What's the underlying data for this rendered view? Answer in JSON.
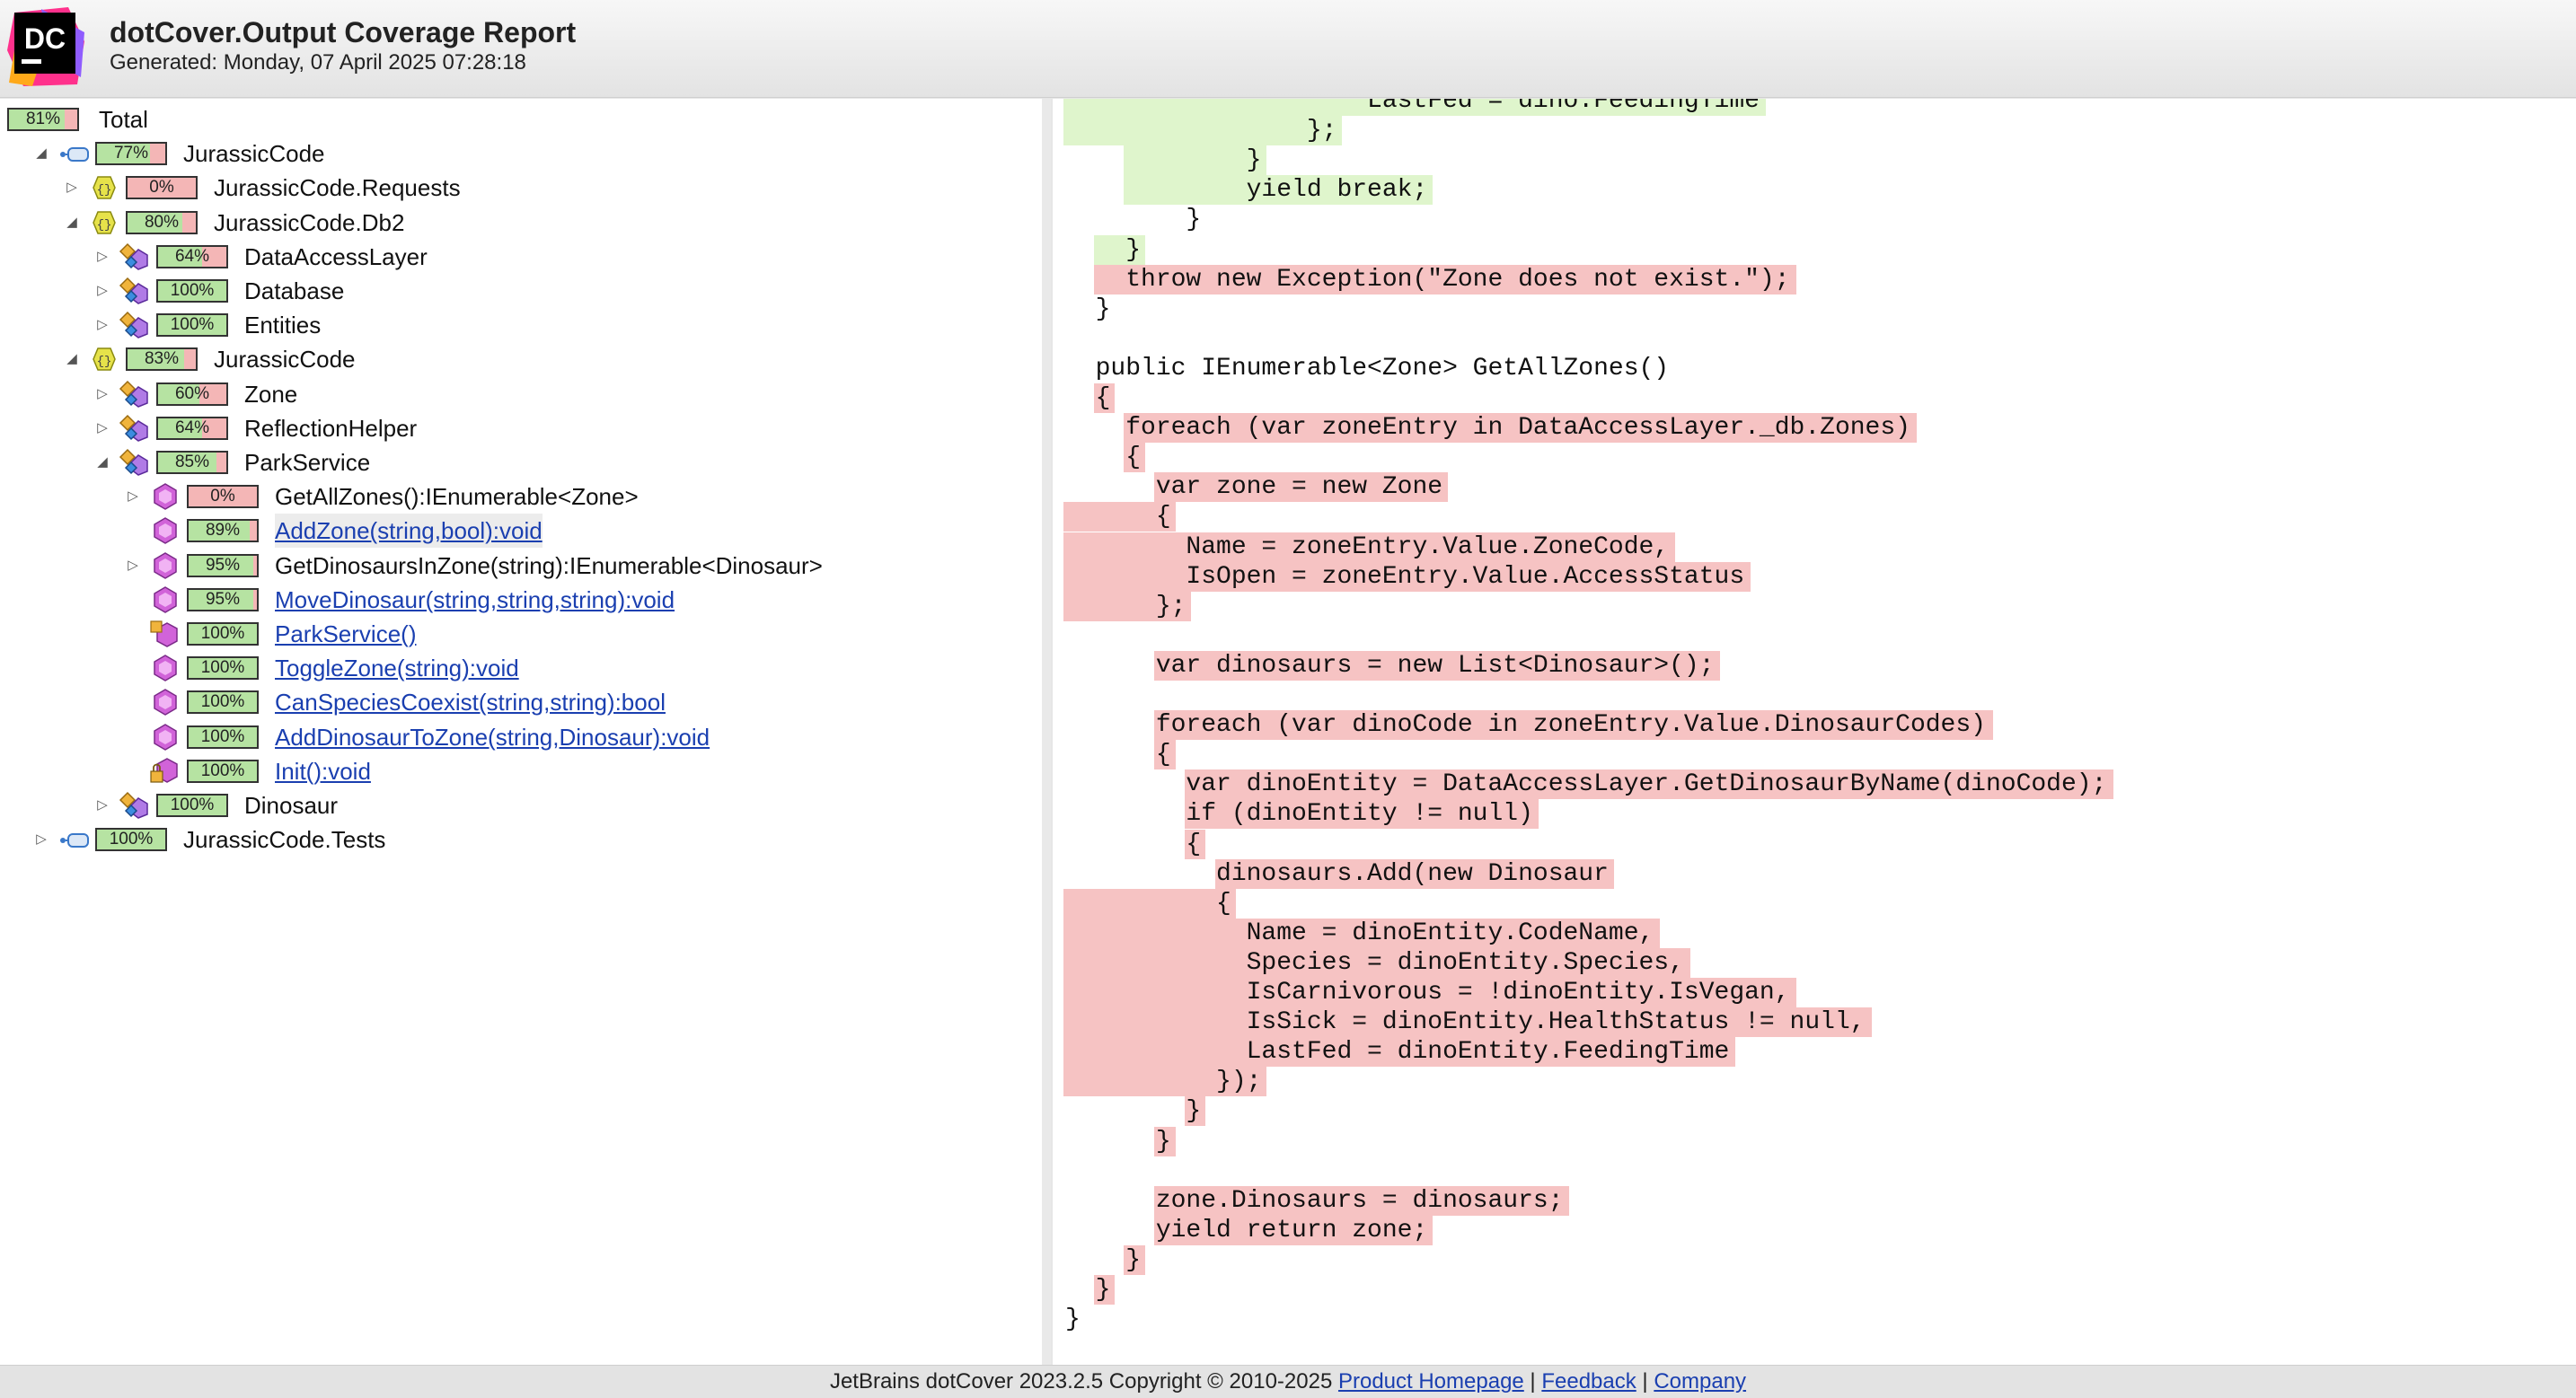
{
  "header": {
    "logo_text": "DC",
    "title": "dotCover.Output Coverage Report",
    "subtitle": "Generated: Monday, 07 April 2025 07:28:18"
  },
  "tree": [
    {
      "depth": 0,
      "expander": "none",
      "icon": "none",
      "pct": "81%",
      "value": 81,
      "label": "Total",
      "link": false
    },
    {
      "depth": 1,
      "expander": "expanded",
      "icon": "assembly-icon",
      "pct": "77%",
      "value": 77,
      "label": "JurassicCode",
      "link": false
    },
    {
      "depth": 2,
      "expander": "collapsed",
      "icon": "namespace-icon",
      "pct": "0%",
      "value": 0,
      "label": "JurassicCode.Requests",
      "link": false
    },
    {
      "depth": 2,
      "expander": "expanded",
      "icon": "namespace-icon",
      "pct": "80%",
      "value": 80,
      "label": "JurassicCode.Db2",
      "link": false
    },
    {
      "depth": 3,
      "expander": "collapsed",
      "icon": "class-icon",
      "pct": "64%",
      "value": 64,
      "label": "DataAccessLayer",
      "link": false
    },
    {
      "depth": 3,
      "expander": "collapsed",
      "icon": "class-icon",
      "pct": "100%",
      "value": 100,
      "label": "Database",
      "link": false
    },
    {
      "depth": 3,
      "expander": "collapsed",
      "icon": "class-icon",
      "pct": "100%",
      "value": 100,
      "label": "Entities",
      "link": false
    },
    {
      "depth": 2,
      "expander": "expanded",
      "icon": "namespace-icon",
      "pct": "83%",
      "value": 83,
      "label": "JurassicCode",
      "link": false
    },
    {
      "depth": 3,
      "expander": "collapsed",
      "icon": "class-icon",
      "pct": "60%",
      "value": 60,
      "label": "Zone",
      "link": false
    },
    {
      "depth": 3,
      "expander": "collapsed",
      "icon": "class-icon",
      "pct": "64%",
      "value": 64,
      "label": "ReflectionHelper",
      "link": false
    },
    {
      "depth": 3,
      "expander": "expanded",
      "icon": "class-icon",
      "pct": "85%",
      "value": 85,
      "label": "ParkService",
      "link": false
    },
    {
      "depth": 4,
      "expander": "collapsed",
      "icon": "method-icon",
      "pct": "0%",
      "value": 0,
      "label": "GetAllZones():IEnumerable<Zone>",
      "link": false,
      "selected": true
    },
    {
      "depth": 4,
      "expander": "none",
      "icon": "method-icon",
      "pct": "89%",
      "value": 89,
      "label": "AddZone(string,bool):void",
      "link": true
    },
    {
      "depth": 4,
      "expander": "collapsed",
      "icon": "method-icon",
      "pct": "95%",
      "value": 95,
      "label": "GetDinosaursInZone(string):IEnumerable<Dinosaur>",
      "link": false
    },
    {
      "depth": 4,
      "expander": "none",
      "icon": "method-icon",
      "pct": "95%",
      "value": 95,
      "label": "MoveDinosaur(string,string,string):void",
      "link": true
    },
    {
      "depth": 4,
      "expander": "none",
      "icon": "constructor-icon",
      "pct": "100%",
      "value": 100,
      "label": "ParkService()",
      "link": true
    },
    {
      "depth": 4,
      "expander": "none",
      "icon": "method-icon",
      "pct": "100%",
      "value": 100,
      "label": "ToggleZone(string):void",
      "link": true
    },
    {
      "depth": 4,
      "expander": "none",
      "icon": "method-icon",
      "pct": "100%",
      "value": 100,
      "label": "CanSpeciesCoexist(string,string):bool",
      "link": true
    },
    {
      "depth": 4,
      "expander": "none",
      "icon": "method-icon",
      "pct": "100%",
      "value": 100,
      "label": "AddDinosaurToZone(string,Dinosaur):void",
      "link": true
    },
    {
      "depth": 4,
      "expander": "none",
      "icon": "private-method-icon",
      "pct": "100%",
      "value": 100,
      "label": "Init():void",
      "link": true
    },
    {
      "depth": 3,
      "expander": "collapsed",
      "icon": "class-icon",
      "pct": "100%",
      "value": 100,
      "label": "Dinosaur",
      "link": false
    },
    {
      "depth": 1,
      "expander": "collapsed",
      "icon": "assembly-icon",
      "pct": "100%",
      "value": 100,
      "label": "JurassicCode.Tests",
      "link": false
    }
  ],
  "code": [
    {
      "text": "                    LastFed = dino.FeedingTime",
      "hl": "g",
      "full": true
    },
    {
      "text": "                };",
      "hl": "g",
      "full": true
    },
    {
      "text": "            }",
      "hl": "g",
      "from": 4
    },
    {
      "text": "            yield break;",
      "hl": "g",
      "from": 4
    },
    {
      "text": "        }",
      "hl": "",
      "from": 0
    },
    {
      "text": "    }",
      "hl": "g",
      "from": 2
    },
    {
      "text": "    throw new Exception(\"Zone does not exist.\");",
      "hl": "r",
      "from": 2
    },
    {
      "text": "  }",
      "hl": "",
      "from": 0
    },
    {
      "text": "",
      "hl": "",
      "from": 0
    },
    {
      "text": "  public IEnumerable<Zone> GetAllZones()",
      "hl": "",
      "from": 0
    },
    {
      "text": "  {",
      "hl": "r",
      "from": 2
    },
    {
      "text": "    foreach (var zoneEntry in DataAccessLayer._db.Zones)",
      "hl": "r",
      "from": 4
    },
    {
      "text": "    {",
      "hl": "r",
      "from": 4
    },
    {
      "text": "      var zone = new Zone",
      "hl": "r",
      "from": 6
    },
    {
      "text": "      {",
      "hl": "r",
      "full": true
    },
    {
      "text": "        Name = zoneEntry.Value.ZoneCode,",
      "hl": "r",
      "full": true
    },
    {
      "text": "        IsOpen = zoneEntry.Value.AccessStatus",
      "hl": "r",
      "full": true
    },
    {
      "text": "      };",
      "hl": "r",
      "full": true
    },
    {
      "text": "",
      "hl": "",
      "from": 0
    },
    {
      "text": "      var dinosaurs = new List<Dinosaur>();",
      "hl": "r",
      "from": 6
    },
    {
      "text": "",
      "hl": "",
      "from": 0
    },
    {
      "text": "      foreach (var dinoCode in zoneEntry.Value.DinosaurCodes)",
      "hl": "r",
      "from": 6
    },
    {
      "text": "      {",
      "hl": "r",
      "from": 6
    },
    {
      "text": "        var dinoEntity = DataAccessLayer.GetDinosaurByName(dinoCode);",
      "hl": "r",
      "from": 8
    },
    {
      "text": "        if (dinoEntity != null)",
      "hl": "r",
      "from": 8
    },
    {
      "text": "        {",
      "hl": "r",
      "from": 8
    },
    {
      "text": "          dinosaurs.Add(new Dinosaur",
      "hl": "r",
      "from": 10
    },
    {
      "text": "          {",
      "hl": "r",
      "full": true
    },
    {
      "text": "            Name = dinoEntity.CodeName,",
      "hl": "r",
      "full": true
    },
    {
      "text": "            Species = dinoEntity.Species,",
      "hl": "r",
      "full": true
    },
    {
      "text": "            IsCarnivorous = !dinoEntity.IsVegan,",
      "hl": "r",
      "full": true
    },
    {
      "text": "            IsSick = dinoEntity.HealthStatus != null,",
      "hl": "r",
      "full": true
    },
    {
      "text": "            LastFed = dinoEntity.FeedingTime",
      "hl": "r",
      "full": true
    },
    {
      "text": "          });",
      "hl": "r",
      "full": true
    },
    {
      "text": "        }",
      "hl": "r",
      "from": 8
    },
    {
      "text": "      }",
      "hl": "r",
      "from": 6
    },
    {
      "text": "",
      "hl": "",
      "from": 0
    },
    {
      "text": "      zone.Dinosaurs = dinosaurs;",
      "hl": "r",
      "from": 6
    },
    {
      "text": "      yield return zone;",
      "hl": "r",
      "from": 6
    },
    {
      "text": "    }",
      "hl": "r",
      "from": 4
    },
    {
      "text": "  }",
      "hl": "r",
      "from": 2
    },
    {
      "text": "}",
      "hl": "",
      "from": 0
    }
  ],
  "footer": {
    "prefix": "JetBrains dotCover 2023.2.5 Copyright © 2010-2025 ",
    "homepage": "Product Homepage",
    "sep1": " | ",
    "feedback": "Feedback",
    "sep2": " | ",
    "company": "Company"
  }
}
